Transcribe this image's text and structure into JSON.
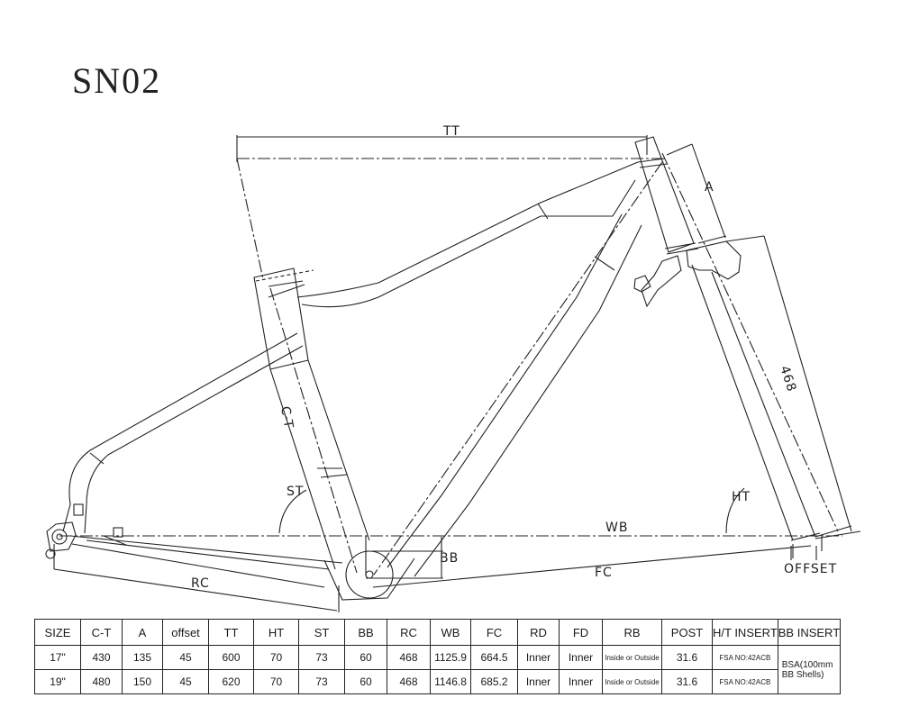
{
  "title": "SN02",
  "labels": {
    "tt": "TT",
    "a": "A",
    "c_t": "C-T",
    "st": "ST",
    "ht": "HT",
    "wb": "WB",
    "bb": "BB",
    "rc": "RC",
    "fc": "FC",
    "fork": "468",
    "offset": "OFFSET"
  },
  "table": {
    "headers": [
      "SIZE",
      "C-T",
      "A",
      "offset",
      "TT",
      "HT",
      "ST",
      "BB",
      "RC",
      "WB",
      "FC",
      "RD",
      "FD",
      "RB",
      "POST",
      "H/T INSERT",
      "BB INSERT"
    ],
    "rows": [
      [
        "17\"",
        "430",
        "135",
        "45",
        "600",
        "70",
        "73",
        "60",
        "468",
        "1125.9",
        "664.5",
        "Inner",
        "Inner",
        "Inside or Outside",
        "31.6",
        "FSA NO:42ACB"
      ],
      [
        "19\"",
        "480",
        "150",
        "45",
        "620",
        "70",
        "73",
        "60",
        "468",
        "1146.8",
        "685.2",
        "Inner",
        "Inner",
        "Inside or Outside",
        "31.6",
        "FSA NO:42ACB"
      ]
    ],
    "bb_insert": "BSA(100mm BB Shells)"
  }
}
